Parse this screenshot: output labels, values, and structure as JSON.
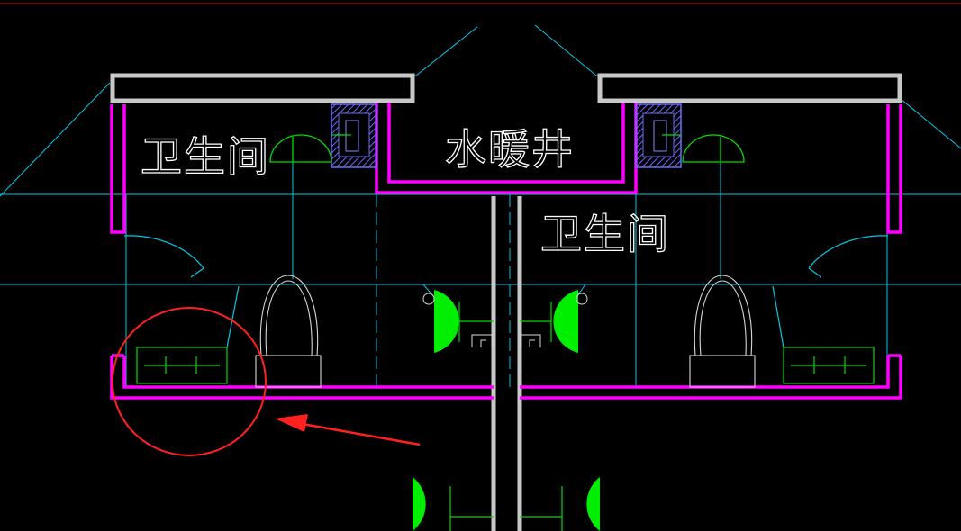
{
  "labels": {
    "left_room": "卫生间",
    "center_shaft": "水暖井",
    "right_room": "卫生间"
  },
  "colors": {
    "background": "#000000",
    "wall_magenta": "#ff00ff",
    "wall_grey": "#c8c8c8",
    "cyan_line": "#00c8e6",
    "green_fixture": "#00ff00",
    "green_line": "#00dd00",
    "white_fixture": "#d8d8d8",
    "hatch_blue": "#6a6aff",
    "annotation_red": "#ff2020"
  },
  "icons": {
    "floor_drain": "floor-drain-icon",
    "toilet": "toilet-icon",
    "basin": "wash-basin-icon",
    "door_swing": "door-swing-icon",
    "valve": "valve-icon",
    "annotation_circle": "highlight-circle-icon",
    "annotation_arrow": "pointer-arrow-icon"
  }
}
